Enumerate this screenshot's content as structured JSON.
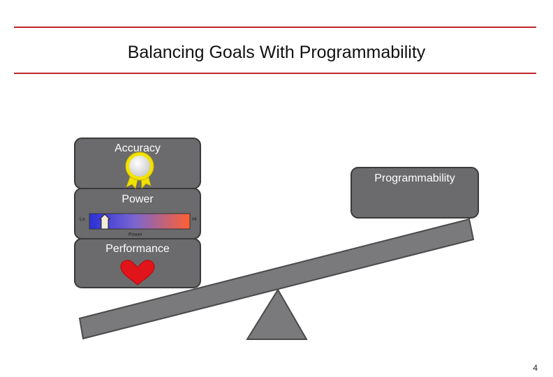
{
  "slide": {
    "title": "Balancing Goals With Programmability",
    "page_number": "4"
  },
  "left_stack": {
    "accuracy": {
      "label": "Accuracy",
      "icon": "ribbon-award-icon"
    },
    "power": {
      "label": "Power",
      "scale_low": "Lo",
      "scale_high": "Hi",
      "scale_caption": "Power",
      "icon": "power-gradient-meter-icon"
    },
    "performance": {
      "label": "Performance",
      "icon": "heart-icon"
    }
  },
  "right_box": {
    "label": "Programmability"
  },
  "colors": {
    "rule": "#c0262d",
    "box_fill": "#6b6b6d",
    "box_stroke": "#3a3a3a",
    "beam_fill": "#7a7a7c",
    "heart": "#e1141a",
    "ribbon_yellow": "#f2e200"
  }
}
